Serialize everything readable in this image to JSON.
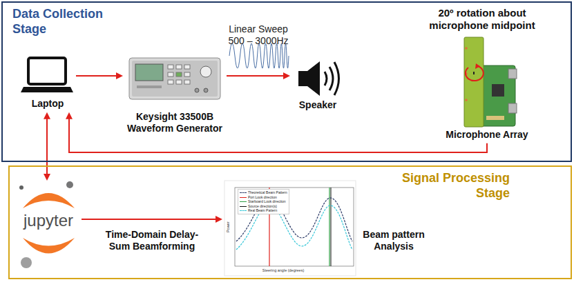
{
  "diagram": {
    "nodes": [
      {
        "text": [
          "Data Collection Stage"
        ]
      },
      {
        "text": [
          "Laptop"
        ],
        "in": 0
      },
      {
        "text": [
          "Keysight 33500B Waveform Generator"
        ],
        "in": 0
      },
      {
        "text": [
          "Speaker"
        ],
        "in": 0
      },
      {
        "text": [
          "Microphone Array"
        ],
        "in": 0
      },
      {
        "text": [
          "Signal Processing Stage"
        ]
      },
      {
        "text": [
          "jupyter"
        ],
        "in": 5
      },
      {
        "text": [
          "Beam pattern Analysis"
        ],
        "in": 5
      }
    ],
    "edges": [
      {
        "from": 1,
        "to": 2,
        "arrow": "to"
      },
      {
        "from": 2,
        "to": 3,
        "arrow": "to"
      },
      {
        "from": 4,
        "to": 1,
        "arrow": "to"
      },
      {
        "from": 1,
        "to": 6,
        "arrow": "both"
      },
      {
        "from": 6,
        "to": 7,
        "arrow": "to",
        "label": "Time-Domain Delay-Sum Beamforming"
      }
    ],
    "labels": [
      "Linear Sweep 500 – 3000Hz",
      "20º rotation about microphone midpoint",
      "Power",
      "Steering angle (degrees)"
    ],
    "legend": [
      {
        "text": "Theoretical Beam Pattern"
      },
      {
        "text": "Port Look direction"
      },
      {
        "text": "Starboard Look direction"
      },
      {
        "text": "Source direction(s)"
      },
      {
        "text": "Real Beam Pattern"
      }
    ]
  }
}
